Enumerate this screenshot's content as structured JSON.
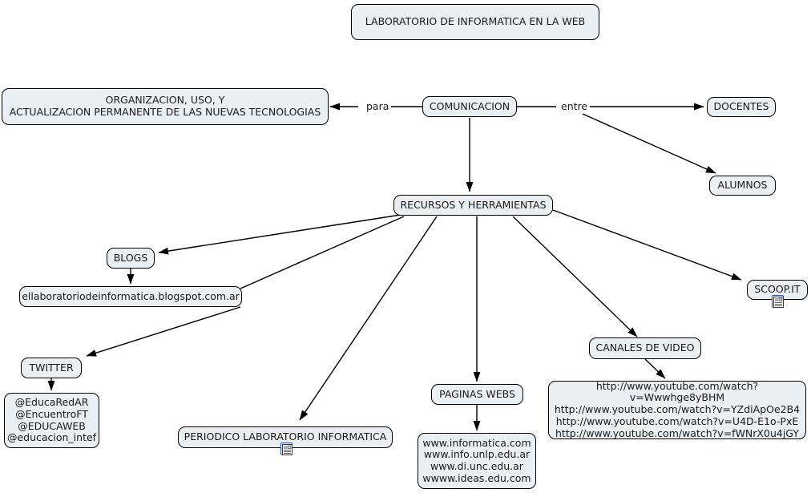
{
  "map": {
    "title": "LABORATORIO DE INFORMATICA EN LA WEB",
    "node_fill": "#e9eff2",
    "node_stroke": "#000000",
    "edge_color": "#000000",
    "background": "#ffffff"
  },
  "nodes": {
    "title": "LABORATORIO DE INFORMATICA EN LA WEB",
    "organizacion": "ORGANIZACION, USO, Y\nACTUALIZACION PERMANENTE DE LAS NUEVAS TECNOLOGIAS",
    "comunicacion": "COMUNICACION",
    "docentes": "DOCENTES",
    "alumnos": "ALUMNOS",
    "recursos": "RECURSOS Y HERRAMIENTAS",
    "blogs": "BLOGS",
    "blog_url": "ellaboratoriodeinformatica.blogspot.com.ar",
    "twitter": "TWITTER",
    "twitter_handles": "@EducaRedAR\n@EncuentroFT\n@EDUCAWEB\n@educacion_intef",
    "periodico": "PERIODICO LABORATORIO INFORMATICA",
    "paginas_webs": "PAGINAS WEBS",
    "paginas_list": "www.informatica.com\nwww.info.unlp.edu.ar\nwww.di.unc.edu.ar\nwwww.ideas.edu.com",
    "canales": "CANALES DE VIDEO",
    "videos_list": "http://www.youtube.com/watch?v=Wwwhge8yBHM\nhttp://www.youtube.com/watch?v=YZdiApOe2B4\nhttp://www.youtube.com/watch?v=U4D-E1o-PxE\nhttp://www.youtube.com/watch?v=fWNrX0u4jGY",
    "scoopit": "SCOOP.IT"
  },
  "edge_labels": {
    "para": "para",
    "entre": "entre"
  },
  "icons": {
    "periodico_resource": "resource-document-icon",
    "scoopit_resource": "resource-document-icon"
  },
  "chart_data": {
    "type": "diagram",
    "title": "LABORATORIO DE INFORMATICA EN LA WEB",
    "nodes": [
      "LABORATORIO DE INFORMATICA EN LA WEB",
      "ORGANIZACION, USO, Y ACTUALIZACION PERMANENTE DE LAS NUEVAS TECNOLOGIAS",
      "COMUNICACION",
      "DOCENTES",
      "ALUMNOS",
      "RECURSOS Y HERRAMIENTAS",
      "BLOGS",
      "ellaboratoriodeinformatica.blogspot.com.ar",
      "TWITTER",
      "@EducaRedAR @EncuentroFT @EDUCAWEB @educacion_intef",
      "PERIODICO LABORATORIO INFORMATICA",
      "PAGINAS WEBS",
      "www.informatica.com www.info.unlp.edu.ar www.di.unc.edu.ar wwww.ideas.edu.com",
      "CANALES DE VIDEO",
      "http://www.youtube.com/watch?v=Wwwhge8yBHM http://www.youtube.com/watch?v=YZdiApOe2B4 http://www.youtube.com/watch?v=U4D-E1o-PxE http://www.youtube.com/watch?v=fWNrX0u4jGY",
      "SCOOP.IT"
    ],
    "edges": [
      {
        "from": "COMUNICACION",
        "to": "ORGANIZACION, USO, Y ACTUALIZACION PERMANENTE DE LAS NUEVAS TECNOLOGIAS",
        "label": "para"
      },
      {
        "from": "COMUNICACION",
        "to": "DOCENTES",
        "label": "entre"
      },
      {
        "from": "COMUNICACION",
        "to": "ALUMNOS",
        "label": "entre"
      },
      {
        "from": "COMUNICACION",
        "to": "RECURSOS Y HERRAMIENTAS",
        "label": ""
      },
      {
        "from": "RECURSOS Y HERRAMIENTAS",
        "to": "BLOGS",
        "label": ""
      },
      {
        "from": "BLOGS",
        "to": "ellaboratoriodeinformatica.blogspot.com.ar",
        "label": ""
      },
      {
        "from": "RECURSOS Y HERRAMIENTAS",
        "to": "TWITTER",
        "label": ""
      },
      {
        "from": "TWITTER",
        "to": "@EducaRedAR @EncuentroFT @EDUCAWEB @educacion_intef",
        "label": ""
      },
      {
        "from": "RECURSOS Y HERRAMIENTAS",
        "to": "PERIODICO LABORATORIO INFORMATICA",
        "label": ""
      },
      {
        "from": "RECURSOS Y HERRAMIENTAS",
        "to": "PAGINAS WEBS",
        "label": ""
      },
      {
        "from": "PAGINAS WEBS",
        "to": "www.informatica.com www.info.unlp.edu.ar www.di.unc.edu.ar wwww.ideas.edu.com",
        "label": ""
      },
      {
        "from": "RECURSOS Y HERRAMIENTAS",
        "to": "CANALES DE VIDEO",
        "label": ""
      },
      {
        "from": "CANALES DE VIDEO",
        "to": "http://www.youtube.com/watch?v=Wwwhge8yBHM http://www.youtube.com/watch?v=YZdiApOe2B4 http://www.youtube.com/watch?v=U4D-E1o-PxE http://www.youtube.com/watch?v=fWNrX0u4jGY",
        "label": ""
      },
      {
        "from": "RECURSOS Y HERRAMIENTAS",
        "to": "SCOOP.IT",
        "label": ""
      }
    ]
  }
}
